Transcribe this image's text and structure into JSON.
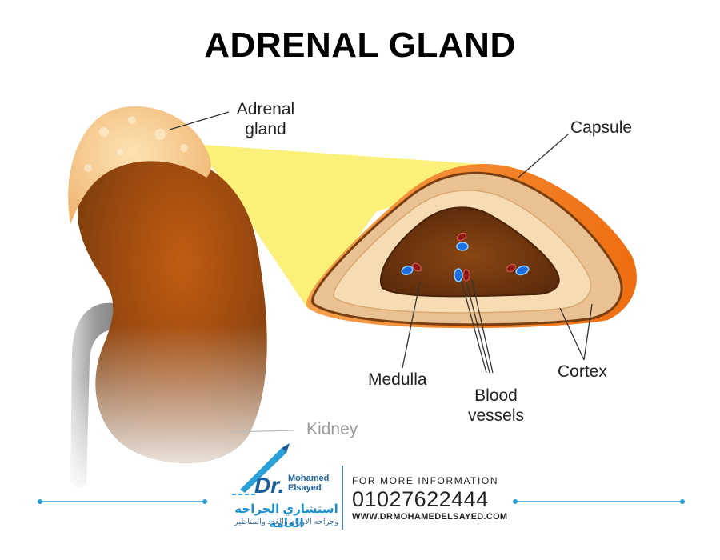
{
  "title": "ADRENAL GLAND",
  "labels": {
    "adrenal_gland_line1": "Adrenal",
    "adrenal_gland_line2": "gland",
    "capsule": "Capsule",
    "medulla": "Medulla",
    "blood_vessels_line1": "Blood",
    "blood_vessels_line2": "vessels",
    "cortex": "Cortex",
    "kidney": "Kidney"
  },
  "footer": {
    "brand_dr": "Dr.",
    "brand_name_line1": "Mohamed",
    "brand_name_line2": "Elsayed",
    "brand_arabic_title": "استشاري الجراحه العامة",
    "brand_arabic_subtitle": "وجراحه الاورام والغدد والمناظير",
    "info_heading": "FOR MORE INFORMATION",
    "phone": "01027622444",
    "website": "WWW.DRMOHAMEDELSAYED.COM"
  },
  "colors": {
    "kidney": "#b0540f",
    "adrenal": "#f3c98f",
    "highlight": "#fbf17a",
    "capsule": "#f07a1a",
    "cortex_outer": "#e9c193",
    "cortex_inner": "#f6dbb3",
    "medulla": "#6b3510",
    "vessel_red": "#8e1a12",
    "vessel_blue": "#1f6fe0",
    "accent_blue": "#1b8fcf"
  }
}
